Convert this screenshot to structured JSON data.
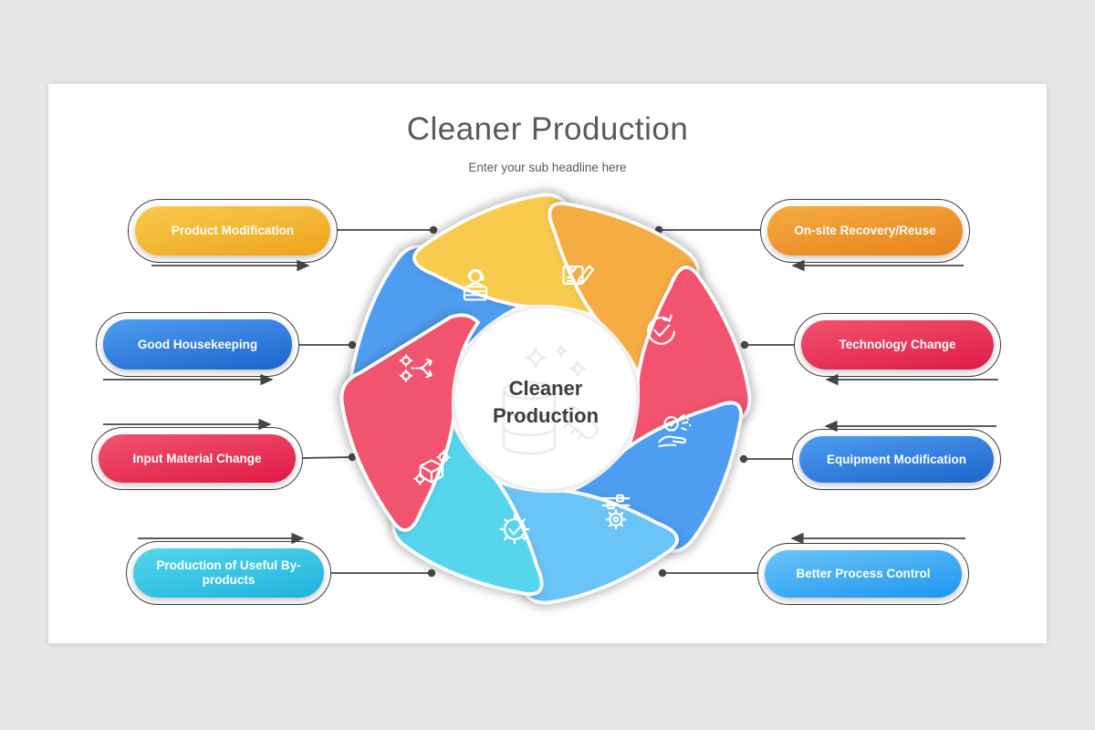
{
  "background": {
    "page": "#e7e5e6",
    "slide": "#ffffff"
  },
  "header": {
    "title": "Cleaner Production",
    "subtitle": "Enter your sub headline here"
  },
  "center": {
    "line1": "Cleaner",
    "line2": "Production"
  },
  "palette": {
    "gold": {
      "light": "#F8CB4E",
      "dark": "#EEA31C"
    },
    "orange": {
      "light": "#F5AC42",
      "dark": "#E8821D"
    },
    "red": {
      "light": "#F2536E",
      "dark": "#DF1B45"
    },
    "blue": {
      "light": "#4E9DF0",
      "dark": "#1D64CC"
    },
    "sky": {
      "light": "#6AC4F7",
      "dark": "#1E96F0"
    },
    "cyan": {
      "light": "#55D6EC",
      "dark": "#1FB3DC"
    },
    "line": "#454545",
    "title_text": "#595959",
    "center_text": "#3d3d3d"
  },
  "left_items": [
    {
      "label": "Product Modification",
      "color": "gold"
    },
    {
      "label": "Good Housekeeping",
      "color": "blue"
    },
    {
      "label": "Input Material Change",
      "color": "red"
    },
    {
      "label": "Production of Useful By-products",
      "color": "cyan"
    }
  ],
  "right_items": [
    {
      "label": "On-site Recovery/Reuse",
      "color": "orange"
    },
    {
      "label": "Technology Change",
      "color": "red"
    },
    {
      "label": "Equipment Modification",
      "color": "blue"
    },
    {
      "label": "Better Process Control",
      "color": "sky"
    }
  ],
  "wheel_segments": [
    {
      "name": "product-modification",
      "color": "gold",
      "icon": "box-pencil"
    },
    {
      "name": "on-site-recovery-reuse",
      "color": "orange",
      "icon": "refresh-check"
    },
    {
      "name": "technology-change",
      "color": "red",
      "icon": "bulb-hand"
    },
    {
      "name": "equipment-modification",
      "color": "blue",
      "icon": "sliders-gear"
    },
    {
      "name": "better-process-control",
      "color": "sky",
      "icon": "gear-check"
    },
    {
      "name": "production-of-useful-by-products",
      "color": "cyan",
      "icon": "cube-gear"
    },
    {
      "name": "input-material-change",
      "color": "red",
      "icon": "split-arrows"
    },
    {
      "name": "good-housekeeping",
      "color": "blue",
      "icon": "person"
    }
  ]
}
